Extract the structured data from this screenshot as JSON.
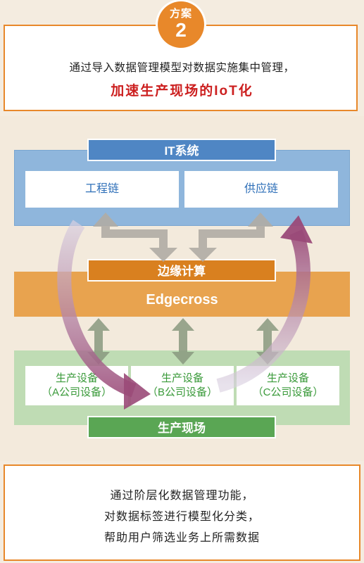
{
  "header": {
    "badge_top": "方案",
    "badge_number": "2",
    "line1": "通过导入数据管理模型对数据实施集中管理，",
    "line2": "加速生产现场的IoT化"
  },
  "diagram": {
    "it_system": {
      "title": "IT系统",
      "items": [
        "工程链",
        "供应链"
      ]
    },
    "edge": {
      "title": "边缘计算",
      "platform": "Edgecross"
    },
    "site": {
      "title": "生产现场",
      "devices": [
        {
          "line1": "生产设备",
          "line2": "（A公司设备）"
        },
        {
          "line1": "生产设备",
          "line2": "（B公司设备）"
        },
        {
          "line1": "生产设备",
          "line2": "（C公司设备）"
        }
      ]
    },
    "colors": {
      "accent_orange": "#e8882a",
      "it_blue": "#4f86c4",
      "edge_orange": "#d9801f",
      "site_green": "#5aa654",
      "cycle_arrow": "#9a4a78"
    }
  },
  "footer": {
    "lines": [
      "通过阶层化数据管理功能，",
      "对数据标签进行模型化分类，",
      "帮助用户筛选业务上所需数据"
    ]
  }
}
